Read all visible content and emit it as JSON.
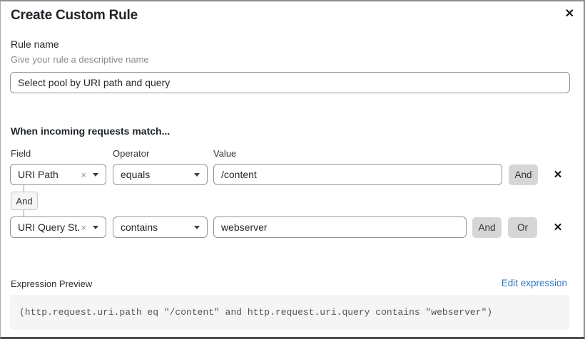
{
  "dialog": {
    "title": "Create Custom Rule"
  },
  "icons": {
    "close": "✕",
    "clear": "×",
    "delete": "✕"
  },
  "rule_name": {
    "label": "Rule name",
    "hint": "Give your rule a descriptive name",
    "value": "Select pool by URI path and query"
  },
  "match_section": {
    "heading": "When incoming requests match...",
    "columns": {
      "field": "Field",
      "operator": "Operator",
      "value": "Value"
    },
    "connector_label": "And",
    "rows": [
      {
        "field": "URI Path",
        "operator": "equals",
        "value": "/content",
        "buttons": [
          "And"
        ]
      },
      {
        "field": "URI Query St...",
        "operator": "contains",
        "value": "webserver",
        "buttons": [
          "And",
          "Or"
        ]
      }
    ]
  },
  "expression_preview": {
    "label": "Expression Preview",
    "edit_link": "Edit expression",
    "expression": "(http.request.uri.path eq \"/content\" and http.request.uri.query contains \"webserver\")"
  },
  "colors": {
    "link_blue": "#3379c2",
    "button_gray": "#d6d6d6",
    "code_background": "#f5f5f6",
    "border_gray": "#8f9499"
  }
}
